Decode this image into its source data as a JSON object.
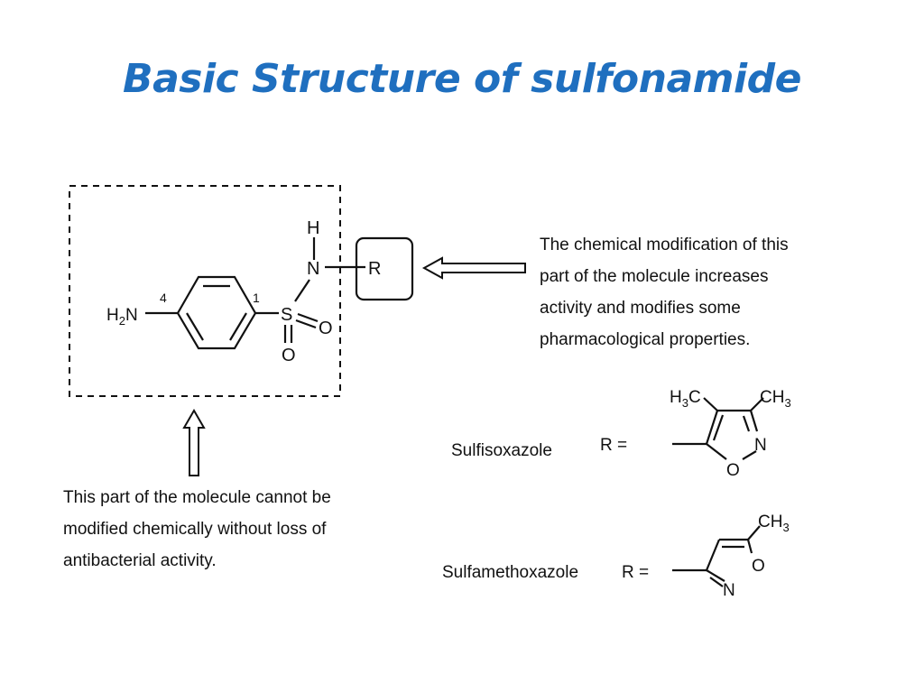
{
  "title": "Basic Structure of sulfonamide",
  "core": {
    "amine": "H2N",
    "pos4": "4",
    "pos1": "1",
    "S": "S",
    "O": "O",
    "N": "N",
    "H": "H",
    "R": "R"
  },
  "right_note": [
    "The chemical modification of this",
    "part of the molecule increases",
    "activity and modifies some",
    "pharmacological properties."
  ],
  "bottom_note": [
    "This part of the molecule cannot be",
    "modified chemically without loss of",
    "antibacterial activity."
  ],
  "sulfisoxazole": {
    "name": "Sulfisoxazole",
    "eq": "R =",
    "me1": "H3C",
    "me2": "CH3",
    "O": "O",
    "N": "N"
  },
  "sulfamethoxazole": {
    "name": "Sulfamethoxazole",
    "eq": "R =",
    "me": "CH3",
    "O": "O",
    "N": "N"
  },
  "colors": {
    "title": "#1f6fbf",
    "ink": "#111111"
  }
}
